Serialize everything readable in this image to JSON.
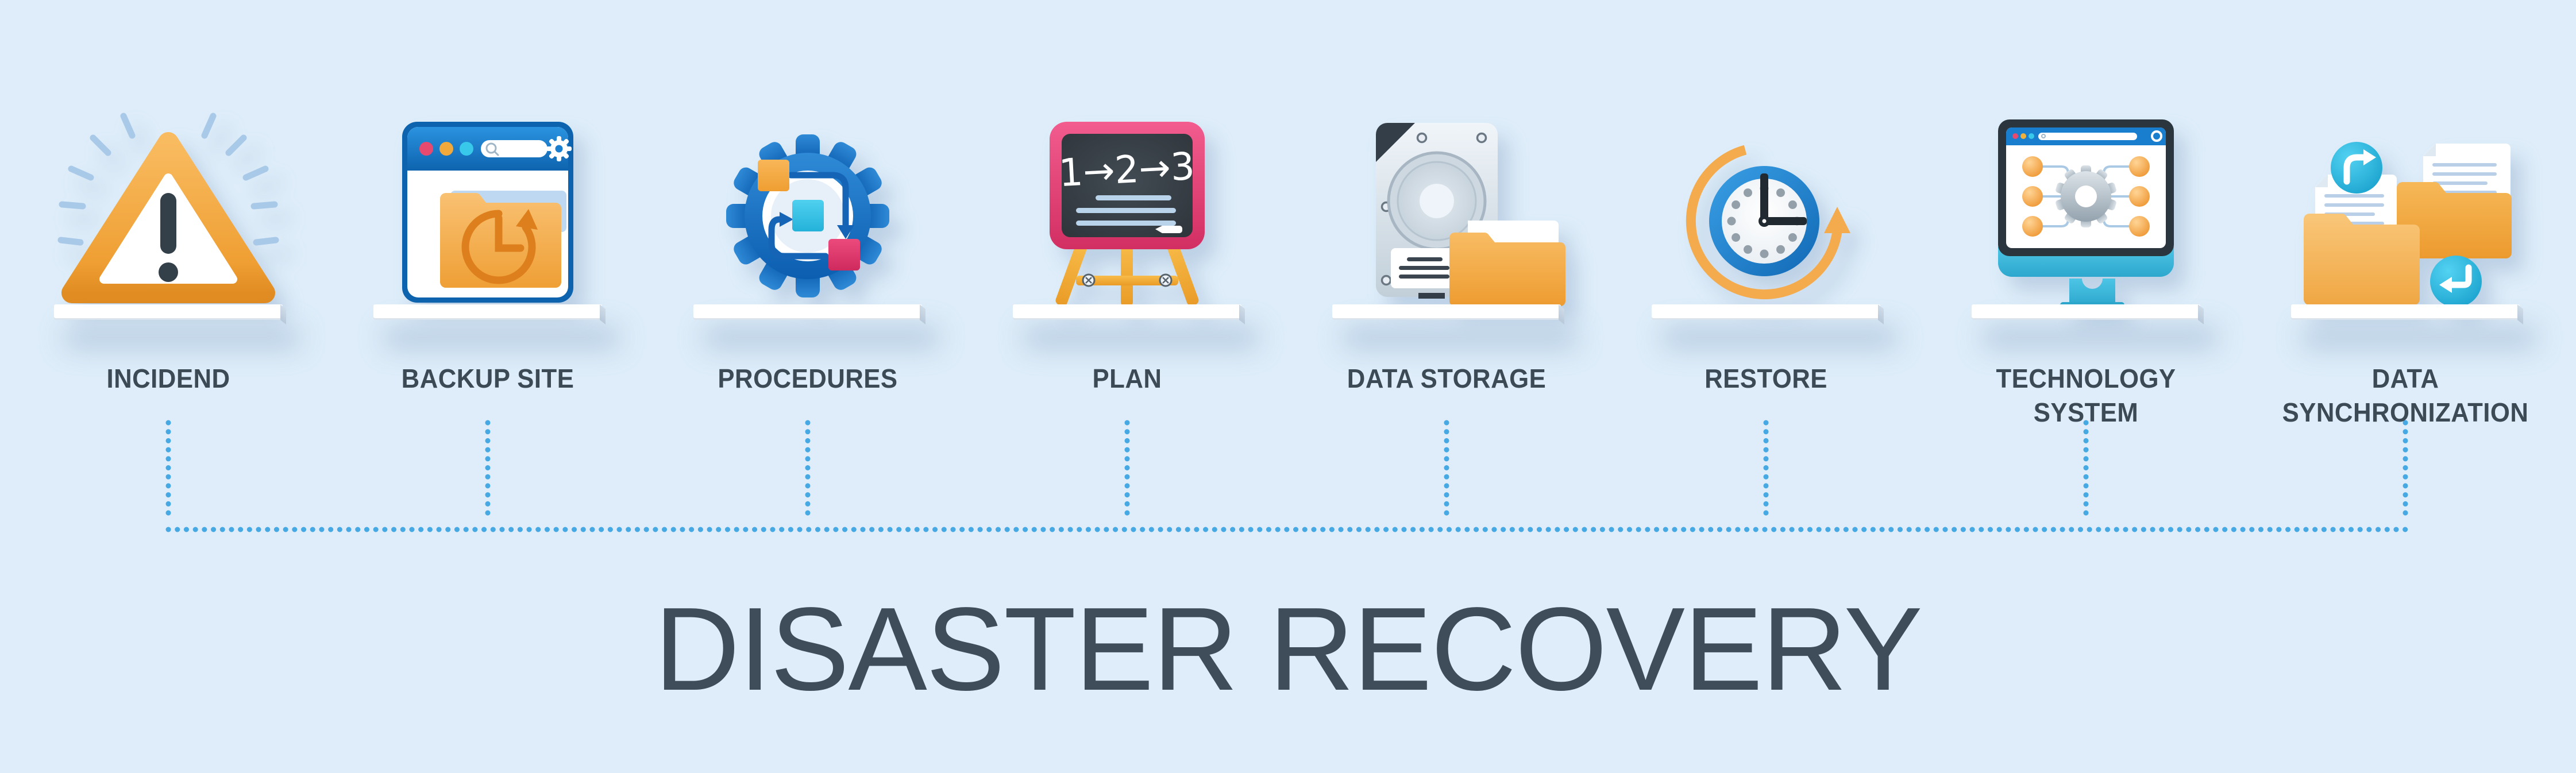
{
  "banner": {
    "title": "DISASTER RECOVERY",
    "background_color": "#deedf9",
    "connector_color": "#47a9e3",
    "text_color": "#3c4a56"
  },
  "steps": [
    {
      "label": "INCIDEND",
      "icon": "warning-triangle"
    },
    {
      "label": "BACKUP SITE",
      "icon": "browser-backup-folder"
    },
    {
      "label": "PROCEDURES",
      "icon": "gear-workflow"
    },
    {
      "label": "PLAN",
      "icon": "chalkboard-easel",
      "board_text": "1→2→3"
    },
    {
      "label": "DATA STORAGE",
      "icon": "hard-drive-folder"
    },
    {
      "label": "RESTORE",
      "icon": "clock-restore-arrow"
    },
    {
      "label": "TECHNOLOGY SYSTEM",
      "icon": "monitor-gear-network"
    },
    {
      "label": "DATA SYNCHRONIZATION",
      "icon": "folders-documents-sync"
    }
  ],
  "palette": {
    "orange": "#f2a843",
    "orange_dark": "#ec9a2e",
    "blue": "#1a7ecf",
    "blue_dark": "#0e63ae",
    "cyan": "#38c8ea",
    "pink": "#e0336b",
    "red_dot": "#e84a6f",
    "slate": "#333f49",
    "ray_blue": "#a9c9e8",
    "shelf_white": "#ffffff"
  }
}
